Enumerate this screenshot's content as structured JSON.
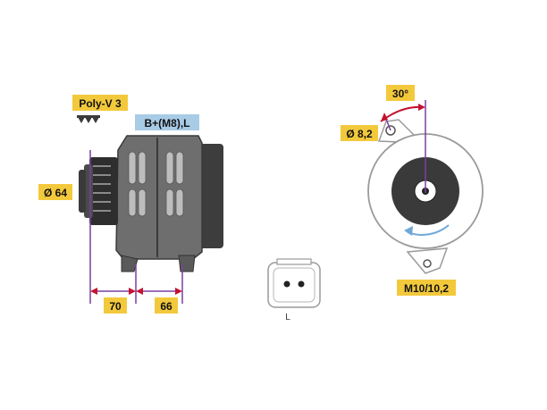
{
  "labels": {
    "belt": "Poly-V 3",
    "terminal": "B+(M8),L",
    "pulley_diameter": "Ø 64",
    "dim_front": "70",
    "dim_rear": "66",
    "angle": "30°",
    "hole_diameter": "Ø 8,2",
    "mount_bolt": "M10/10,2",
    "connector_pin": "L"
  },
  "colors": {
    "label_fill": "#f3c93c",
    "terminal_fill": "#a8cbe6",
    "dimension_line": "#7a3fa0",
    "arrow_red": "#c4122f",
    "rotation_arrow": "#6ea8d8",
    "housing_dark": "#4a4a4a",
    "housing_mid": "#7c7c7c"
  },
  "icons": {
    "belt_symbol": "poly-v-belt-icon",
    "rotation": "rotation-arrow-icon"
  }
}
